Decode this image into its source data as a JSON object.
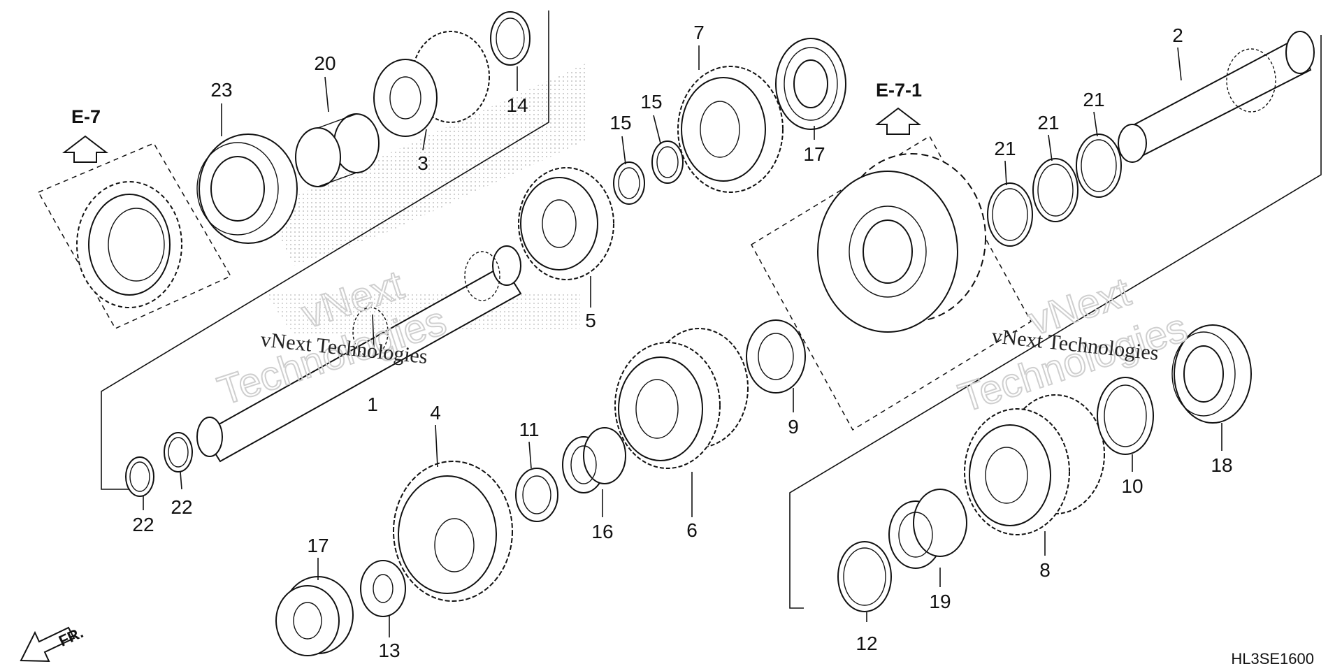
{
  "diagram": {
    "type": "exploded-parts-diagram",
    "callouts": {
      "c1": "1",
      "c2": "2",
      "c3": "3",
      "c4": "4",
      "c5": "5",
      "c6": "6",
      "c7": "7",
      "c8": "8",
      "c9": "9",
      "c10": "10",
      "c11": "11",
      "c12": "12",
      "c13": "13",
      "c14": "14",
      "c15a": "15",
      "c15b": "15",
      "c16": "16",
      "c17a": "17",
      "c17b": "17",
      "c18": "18",
      "c19": "19",
      "c20": "20",
      "c21a": "21",
      "c21b": "21",
      "c21c": "21",
      "c22a": "22",
      "c22b": "22",
      "c23": "23"
    },
    "references": {
      "left": "E-7",
      "right": "E-7-1"
    },
    "direction_label": "FR.",
    "diagram_code": "HL3SE1600",
    "watermarks": {
      "line1": "vNext Technologies",
      "line2": "vNext Technologies",
      "big1": "vNext",
      "big2": "Technologies",
      "big3": "vNext",
      "big4": "Technologies"
    }
  }
}
